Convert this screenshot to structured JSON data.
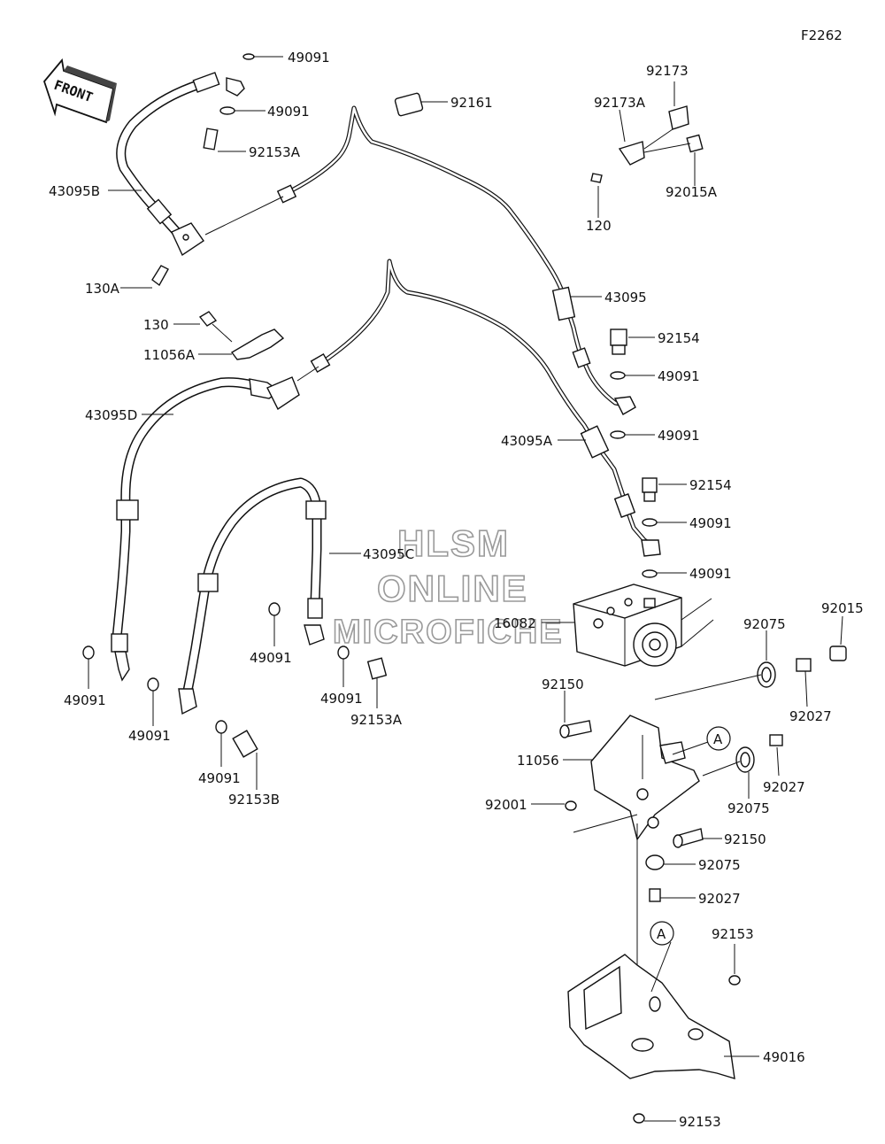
{
  "figure_code": "F2262",
  "front_label": "FRONT",
  "watermark": {
    "line1": "HLSM",
    "line2": "ONLINE",
    "line3": "MICROFICHE"
  },
  "callout_letter": "A",
  "labels": {
    "l49091_a": "49091",
    "l49091_b": "49091",
    "l92153A_a": "92153A",
    "l43095B": "43095B",
    "l130A": "130A",
    "l92161": "92161",
    "l92173": "92173",
    "l92173A": "92173A",
    "l120": "120",
    "l92015A": "92015A",
    "l43095": "43095",
    "l92154_a": "92154",
    "l49091_c": "49091",
    "l49091_d": "49091",
    "l43095A": "43095A",
    "l92154_b": "92154",
    "l49091_e": "49091",
    "l49091_f": "49091",
    "l130": "130",
    "l11056A": "11056A",
    "l43095D": "43095D",
    "l43095C": "43095C",
    "l16082": "16082",
    "l49091_g": "49091",
    "l49091_h": "49091",
    "l92153A_b": "92153A",
    "l49091_i": "49091",
    "l49091_j": "49091",
    "l49091_k": "49091",
    "l92153B": "92153B",
    "l92075_a": "92075",
    "l92015": "92015",
    "l92027_a": "92027",
    "l92150_a": "92150",
    "l11056": "11056",
    "l92027_b": "92027",
    "l92075_b": "92075",
    "l92001": "92001",
    "l92150_b": "92150",
    "l92075_c": "92075",
    "l92027_c": "92027",
    "l92153_a": "92153",
    "l49016": "49016",
    "l92153_b": "92153"
  }
}
